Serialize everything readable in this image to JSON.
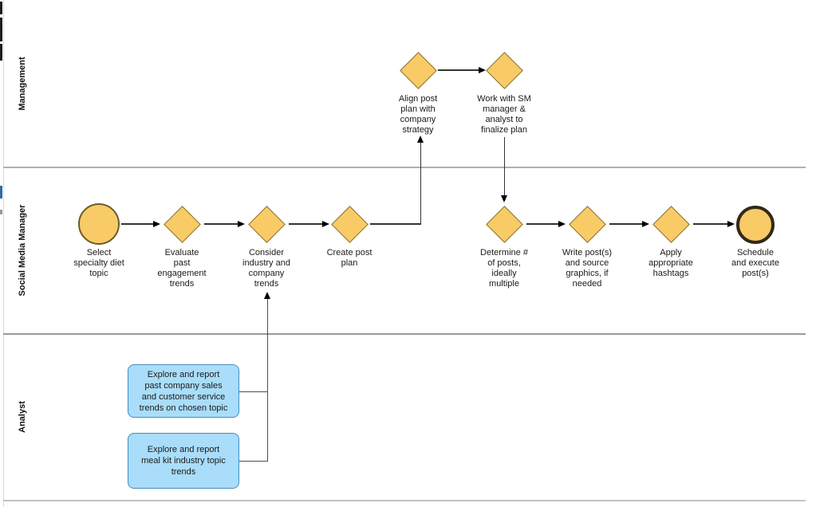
{
  "colors": {
    "event-fill": "#F9CB67",
    "event-stroke": "#8A7434",
    "start-stroke": "#6B5B28",
    "end-stroke": "#33291A",
    "task-fill": "#A9DDF9",
    "task-stroke": "#3F8FC6",
    "flow-line": "#333333",
    "elbow-line": "#4D4D4D",
    "lane-line": "#B0B0B0",
    "text": "#1A1A1A",
    "artifact-blue": "#2E6DA4"
  },
  "lanes": {
    "management": {
      "label": "Management"
    },
    "smm": {
      "label": "Social Media Manager"
    },
    "analyst": {
      "label": "Analyst"
    }
  },
  "nodes": {
    "align": {
      "label": "Align post\nplan with\ncompany\nstrategy"
    },
    "work": {
      "label": "Work with SM\nmanager &\nanalyst to\nfinalize plan"
    },
    "select": {
      "label": "Select\nspecialty diet\ntopic"
    },
    "evaluate": {
      "label": "Evaluate\npast\nengagement\ntrends"
    },
    "consider": {
      "label": "Consider\nindustry and\ncompany\ntrends"
    },
    "create": {
      "label": "Create post\nplan"
    },
    "determine": {
      "label": "Determine #\nof posts,\nideally\nmultiple"
    },
    "write": {
      "label": "Write post(s)\nand source\ngraphics, if\nneeded"
    },
    "apply": {
      "label": "Apply\nappropriate\nhashtags"
    },
    "schedule": {
      "label": "Schedule\nand execute\npost(s)"
    },
    "explore_sales": {
      "label": "Explore and report\npast company sales\nand customer service\ntrends on chosen topic"
    },
    "explore_industry": {
      "label": "Explore and report\nmeal kit industry topic\ntrends"
    }
  }
}
